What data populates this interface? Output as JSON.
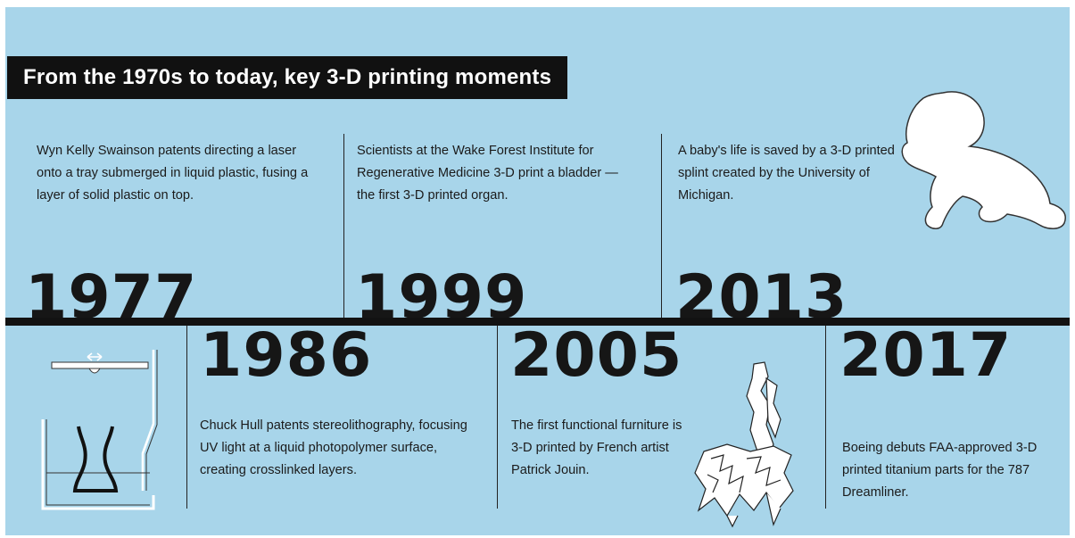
{
  "title": "From the 1970s to today, key 3-D printing moments",
  "events": [
    {
      "year": "1977",
      "text": "Wyn Kelly Swainson patents directing a laser onto a tray submerged in liquid plastic, fusing a layer of solid plastic on top.",
      "icon": "laser-tray-icon"
    },
    {
      "year": "1986",
      "text": "Chuck Hull patents stereolithography, focusing UV light at a liquid photopolymer surface, creating crosslinked layers.",
      "icon": ""
    },
    {
      "year": "1999",
      "text": "Scientists at the Wake Forest Institute for Regenerative Medicine 3-D print a bladder — the first 3-D printed organ.",
      "icon": ""
    },
    {
      "year": "2005",
      "text": "The first functional furniture is 3-D printed by French artist Patrick Jouin.",
      "icon": "chair-icon"
    },
    {
      "year": "2013",
      "text": "A baby's life is saved by a 3-D printed splint created by the University of Michigan.",
      "icon": "crawling-baby-icon"
    },
    {
      "year": "2017",
      "text": "Boeing debuts FAA-approved 3-D printed titanium parts for the 787 Dreamliner.",
      "icon": ""
    }
  ],
  "colors": {
    "background": "#a8d5ea",
    "ink": "#121212",
    "title_text": "#ffffff"
  }
}
